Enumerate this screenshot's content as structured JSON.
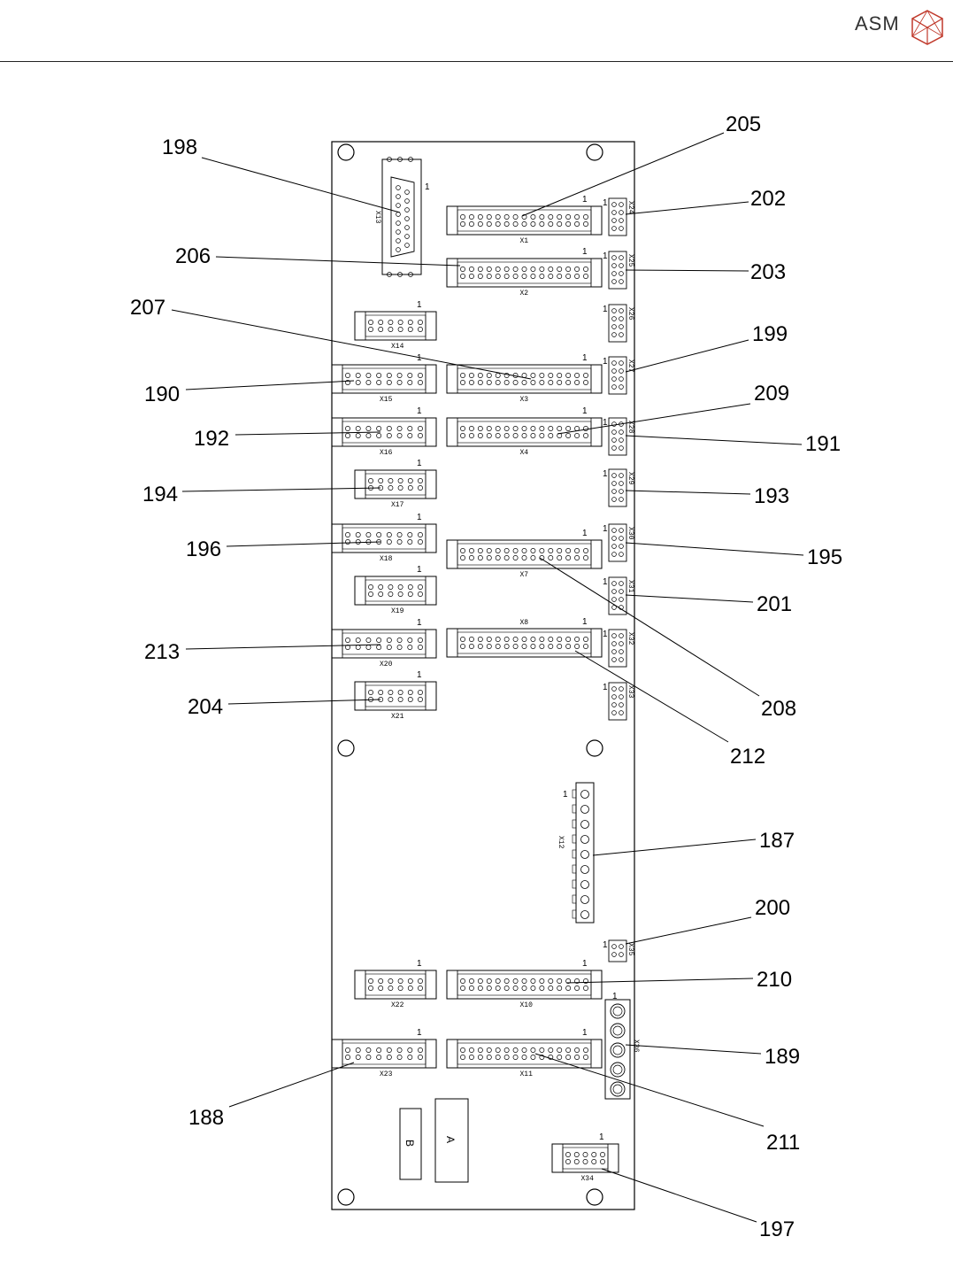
{
  "header": {
    "logo_text": "ASM",
    "logo_icon": "asm-cube-logo-icon"
  },
  "pin_one_label": "1",
  "connectors": [
    {
      "id": "X1",
      "label": "X1"
    },
    {
      "id": "X2",
      "label": "X2"
    },
    {
      "id": "X3",
      "label": "X3"
    },
    {
      "id": "X4",
      "label": "X4"
    },
    {
      "id": "X7",
      "label": "X7"
    },
    {
      "id": "X8",
      "label": "X8"
    },
    {
      "id": "X10",
      "label": "X10"
    },
    {
      "id": "X11",
      "label": "X11"
    },
    {
      "id": "X12",
      "label": "X12"
    },
    {
      "id": "X13",
      "label": "X13"
    },
    {
      "id": "X14",
      "label": "X14"
    },
    {
      "id": "X15",
      "label": "X15"
    },
    {
      "id": "X16",
      "label": "X16"
    },
    {
      "id": "X17",
      "label": "X17"
    },
    {
      "id": "X18",
      "label": "X18"
    },
    {
      "id": "X19",
      "label": "X19"
    },
    {
      "id": "X20",
      "label": "X20"
    },
    {
      "id": "X21",
      "label": "X21"
    },
    {
      "id": "X22",
      "label": "X22"
    },
    {
      "id": "X23",
      "label": "X23"
    },
    {
      "id": "X24",
      "label": "X24"
    },
    {
      "id": "X25",
      "label": "X25"
    },
    {
      "id": "X26",
      "label": "X26"
    },
    {
      "id": "X27",
      "label": "X27"
    },
    {
      "id": "X28",
      "label": "X28"
    },
    {
      "id": "X29",
      "label": "X29"
    },
    {
      "id": "X30",
      "label": "X30"
    },
    {
      "id": "X31",
      "label": "X31"
    },
    {
      "id": "X32",
      "label": "X32"
    },
    {
      "id": "X33",
      "label": "X33"
    },
    {
      "id": "X34",
      "label": "X34"
    },
    {
      "id": "X35",
      "label": "X35"
    },
    {
      "id": "X36",
      "label": "X36"
    }
  ],
  "components": {
    "a": "A",
    "b": "B"
  },
  "callouts": [
    {
      "id": "198",
      "label": "198"
    },
    {
      "id": "205",
      "label": "205"
    },
    {
      "id": "202",
      "label": "202"
    },
    {
      "id": "206",
      "label": "206"
    },
    {
      "id": "203",
      "label": "203"
    },
    {
      "id": "207",
      "label": "207"
    },
    {
      "id": "199",
      "label": "199"
    },
    {
      "id": "190",
      "label": "190"
    },
    {
      "id": "209",
      "label": "209"
    },
    {
      "id": "192",
      "label": "192"
    },
    {
      "id": "191",
      "label": "191"
    },
    {
      "id": "194",
      "label": "194"
    },
    {
      "id": "193",
      "label": "193"
    },
    {
      "id": "196",
      "label": "196"
    },
    {
      "id": "195",
      "label": "195"
    },
    {
      "id": "201",
      "label": "201"
    },
    {
      "id": "213",
      "label": "213"
    },
    {
      "id": "204",
      "label": "204"
    },
    {
      "id": "208",
      "label": "208"
    },
    {
      "id": "212",
      "label": "212"
    },
    {
      "id": "187",
      "label": "187"
    },
    {
      "id": "200",
      "label": "200"
    },
    {
      "id": "210",
      "label": "210"
    },
    {
      "id": "189",
      "label": "189"
    },
    {
      "id": "188",
      "label": "188"
    },
    {
      "id": "211",
      "label": "211"
    },
    {
      "id": "197",
      "label": "197"
    }
  ]
}
